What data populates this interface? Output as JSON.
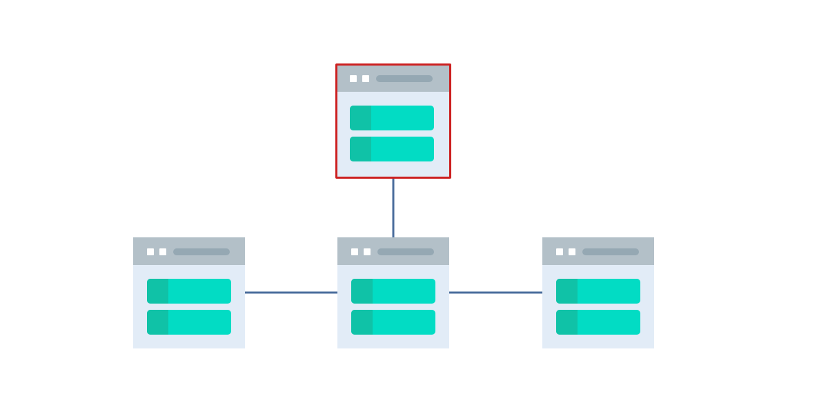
{
  "colors": {
    "connector": "#4a6d9c",
    "selection_border": "#cc1f1f",
    "window_body": "#e2ecf7",
    "window_titlebar": "#b3c0c8",
    "row_fill": "#02dcc4",
    "row_accent": "#10c2a7"
  },
  "nodes": [
    {
      "id": "top",
      "icon": "server-window-icon",
      "selected": true
    },
    {
      "id": "left",
      "icon": "server-window-icon",
      "selected": false
    },
    {
      "id": "center",
      "icon": "server-window-icon",
      "selected": false
    },
    {
      "id": "right",
      "icon": "server-window-icon",
      "selected": false
    }
  ],
  "links": [
    {
      "from": "top",
      "to": "center"
    },
    {
      "from": "left",
      "to": "center"
    },
    {
      "from": "center",
      "to": "right"
    }
  ]
}
